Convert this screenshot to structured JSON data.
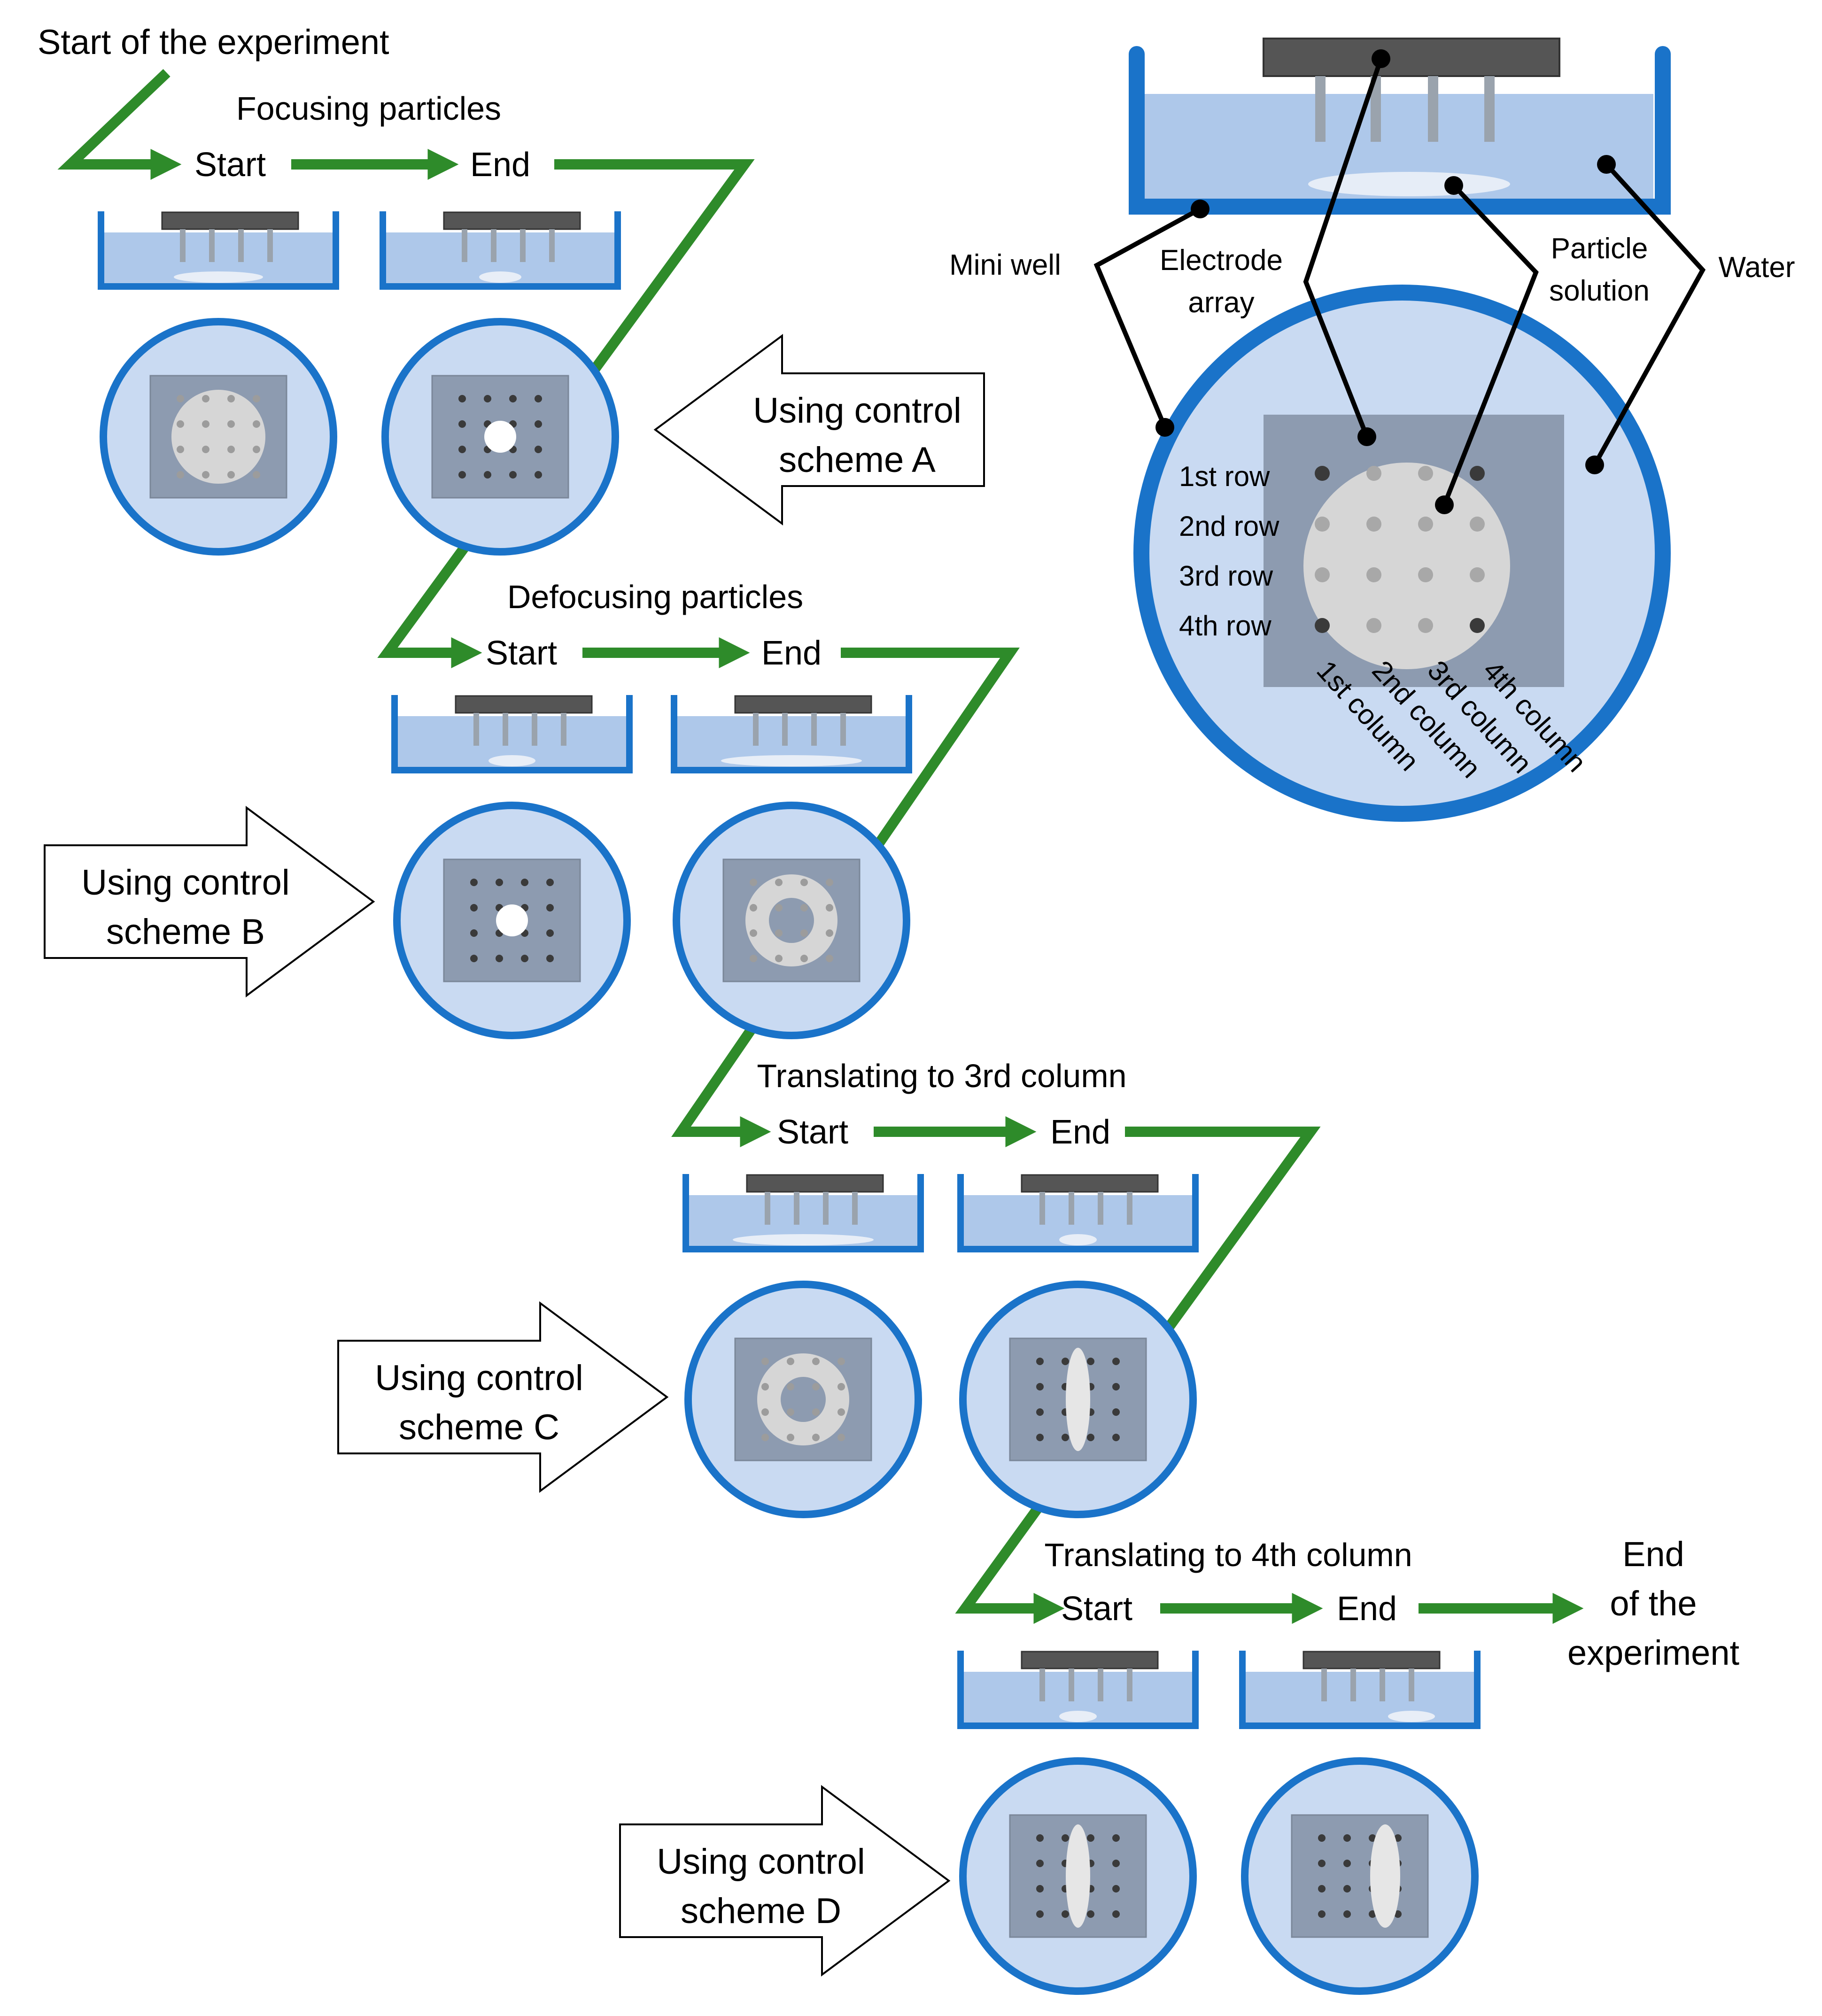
{
  "title": "Start of the experiment",
  "colors": {
    "well_blue": "#1a73c9",
    "water": "#aec8ea",
    "dish_fill": "#c9daf2",
    "electrode": "#555555",
    "pin": "#9aa3ad",
    "array_square": "#8d9bb0",
    "particles": "#e2e2e2",
    "flow_arrow": "#2e8b2a"
  },
  "stages": [
    {
      "title": "Focusing particles",
      "start": "Start",
      "end": "End",
      "scheme": "Using control scheme A"
    },
    {
      "title": "Defocusing particles",
      "start": "Start",
      "end": "End",
      "scheme": "Using control scheme B"
    },
    {
      "title": "Translating to 3rd column",
      "start": "Start",
      "end": "End",
      "scheme": "Using control scheme C"
    },
    {
      "title": "Translating to 4th column",
      "start": "Start",
      "end": "End",
      "scheme": "Using control scheme D"
    }
  ],
  "end_label": [
    "End",
    "of the",
    "experiment"
  ],
  "legend": {
    "mini_well": "Mini well",
    "electrode_array": [
      "Electrode",
      "array"
    ],
    "particle_solution": [
      "Particle",
      "solution"
    ],
    "water": "Water",
    "rows": [
      "1st row",
      "2nd row",
      "3rd row",
      "4th row"
    ],
    "columns": [
      "1st column",
      "2nd column",
      "3rd column",
      "4th column"
    ]
  }
}
